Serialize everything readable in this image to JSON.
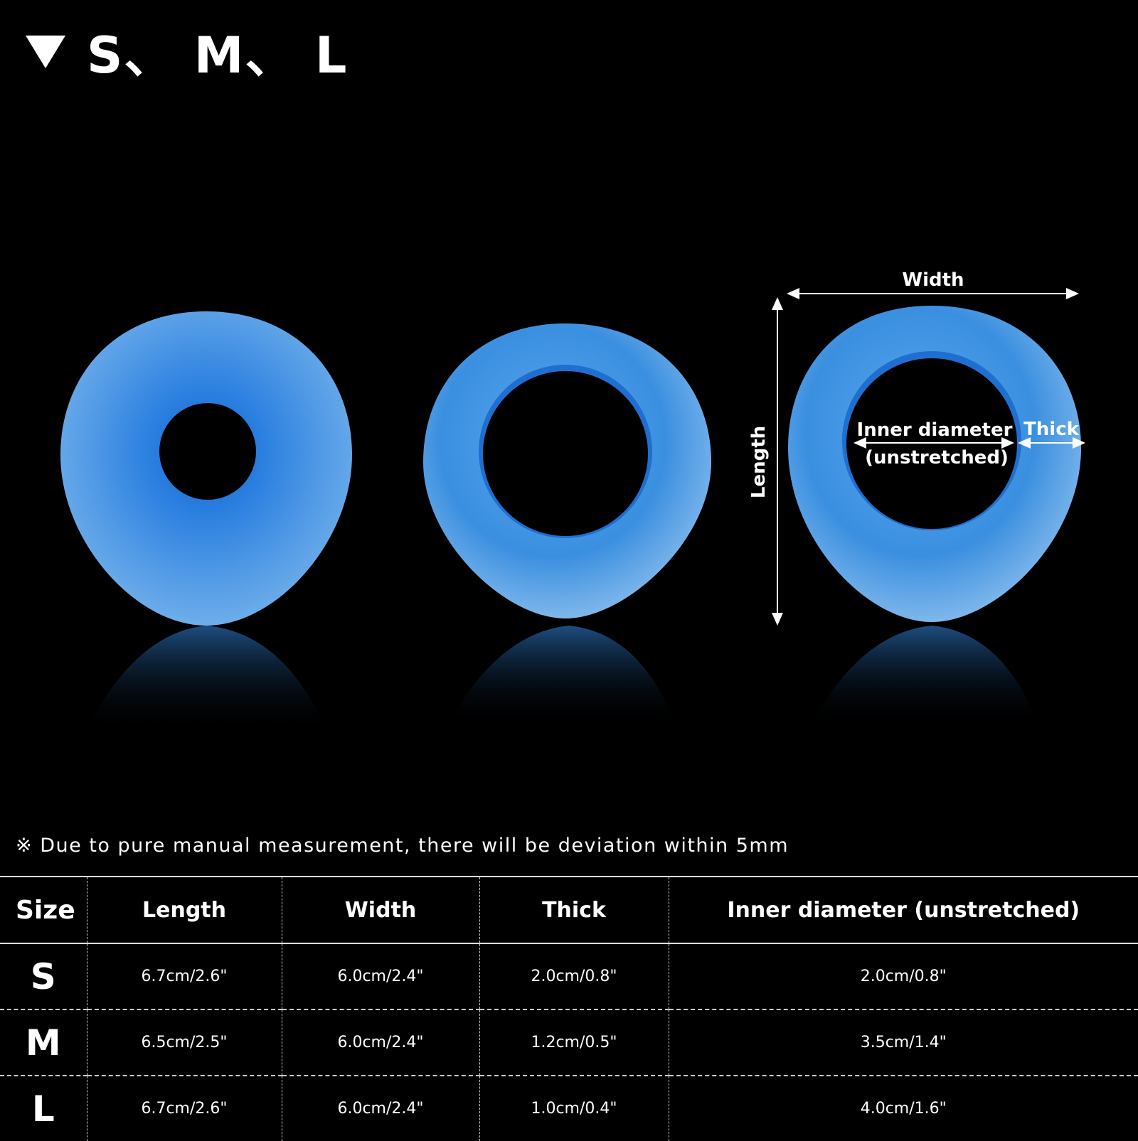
{
  "header": {
    "icon": "triangle-down-icon",
    "title": "S、 M、 L"
  },
  "diagram": {
    "width": "Width",
    "length": "Length",
    "inner": "Inner diameter",
    "inner2": "(unstretched)",
    "thick": "Thick"
  },
  "colors": {
    "background": "#000000",
    "ring": "#3a8fe0",
    "ring_light": "#9cc8f0",
    "ring_dark": "#1565c8"
  },
  "note": "※ Due to pure manual measurement, there will be deviation within 5mm",
  "table": {
    "headers": [
      "Size",
      "Length",
      "Width",
      "Thick",
      "Inner diameter (unstretched)"
    ],
    "rows": [
      [
        "S",
        "6.7cm/2.6\"",
        "6.0cm/2.4\"",
        "2.0cm/0.8\"",
        "2.0cm/0.8\""
      ],
      [
        "M",
        "6.5cm/2.5\"",
        "6.0cm/2.4\"",
        "1.2cm/0.5\"",
        "3.5cm/1.4\""
      ],
      [
        "L",
        "6.7cm/2.6\"",
        "6.0cm/2.4\"",
        "1.0cm/0.4\"",
        "4.0cm/1.6\""
      ]
    ]
  }
}
